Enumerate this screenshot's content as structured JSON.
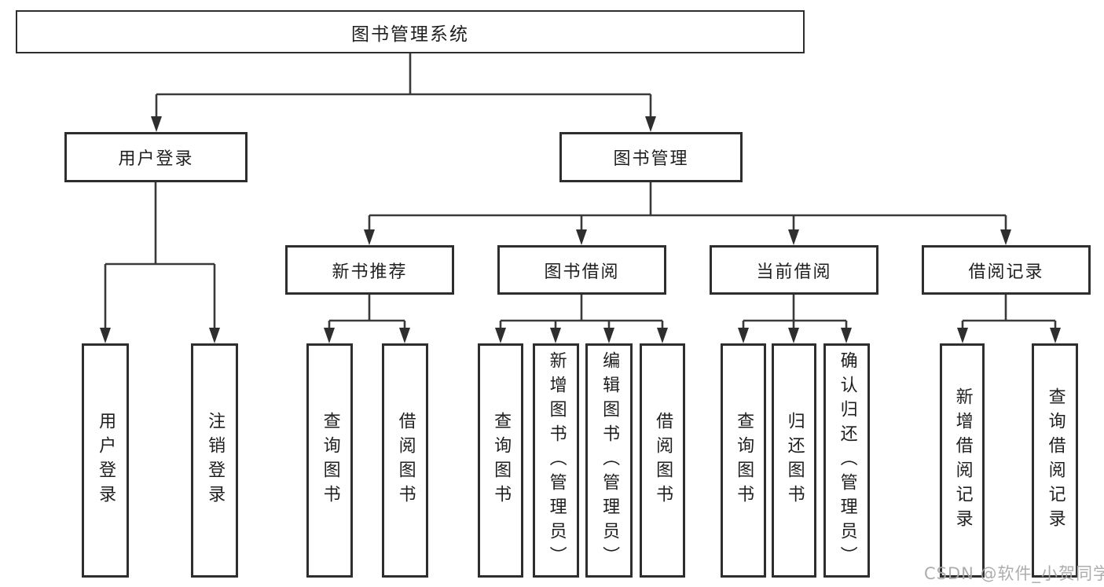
{
  "diagram": {
    "title": "图书管理系统",
    "root": {
      "label": "图书管理系统"
    },
    "branches": [
      {
        "label": "用户登录",
        "children": [
          {
            "label": "用户登录"
          },
          {
            "label": "注销登录"
          }
        ]
      },
      {
        "label": "图书管理",
        "groups": [
          {
            "label": "新书推荐",
            "children": [
              {
                "label": "查询图书"
              },
              {
                "label": "借阅图书"
              }
            ]
          },
          {
            "label": "图书借阅",
            "children": [
              {
                "label": "查询图书"
              },
              {
                "label": "新增图书（管理员）"
              },
              {
                "label": "编辑图书（管理员）"
              },
              {
                "label": "借阅图书"
              }
            ]
          },
          {
            "label": "当前借阅",
            "children": [
              {
                "label": "查询图书"
              },
              {
                "label": "归还图书"
              },
              {
                "label": "确认归还（管理员）"
              }
            ]
          },
          {
            "label": "借阅记录",
            "children": [
              {
                "label": "新增借阅记录"
              },
              {
                "label": "查询借阅记录"
              }
            ]
          }
        ]
      }
    ]
  },
  "watermark": {
    "text": "CSDN @软件_小贺同学",
    "color": "#a7a7a7"
  },
  "colors": {
    "line": "#3a3a3a",
    "box_border": "#2e2e2e",
    "text": "#1f1f1f",
    "background": "#ffffff"
  }
}
